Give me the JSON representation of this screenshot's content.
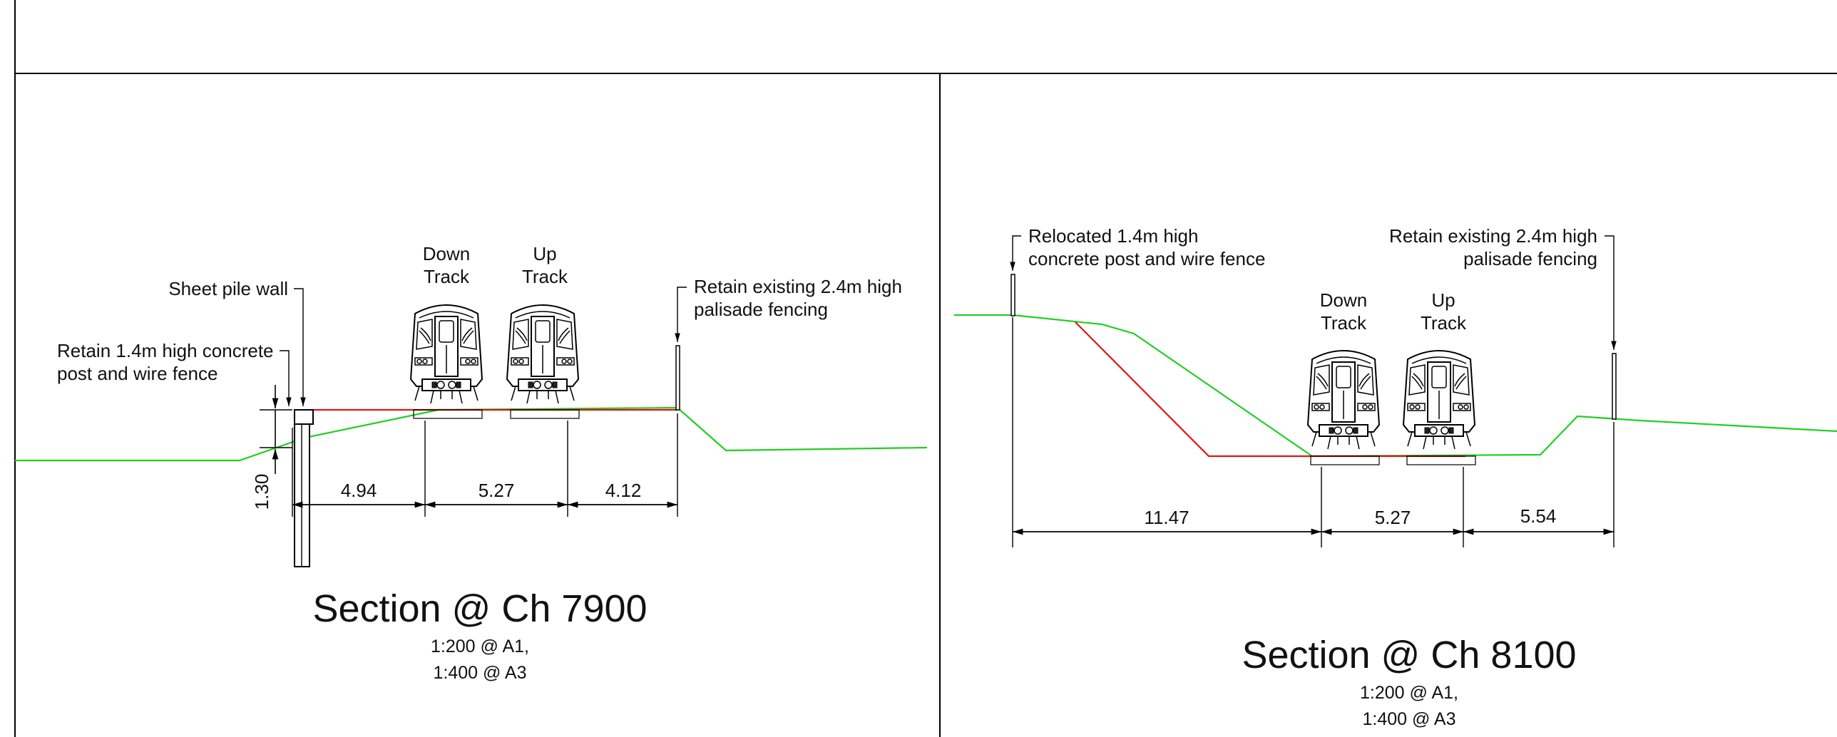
{
  "sections": [
    {
      "title": "Section @ Ch 7900",
      "scale_a1": "1:200 @ A1,",
      "scale_a3": "1:400 @ A3",
      "tracks": [
        {
          "line1": "Down",
          "line2": "Track"
        },
        {
          "line1": "Up",
          "line2": "Track"
        }
      ],
      "notes": {
        "sheet_pile": "Sheet pile wall",
        "fence_left_1": "Retain 1.4m high concrete",
        "fence_left_2": "post and wire fence",
        "fence_right_1": "Retain existing 2.4m high",
        "fence_right_2": "palisade fencing"
      },
      "dimensions": [
        "4.94",
        "5.27",
        "4.12"
      ],
      "vertical_dimension": "1.30"
    },
    {
      "title": "Section @ Ch 8100",
      "scale_a1": "1:200 @ A1,",
      "scale_a3": "1:400 @ A3",
      "tracks": [
        {
          "line1": "Down",
          "line2": "Track"
        },
        {
          "line1": "Up",
          "line2": "Track"
        }
      ],
      "notes": {
        "fence_left_1": "Relocated 1.4m high",
        "fence_left_2": "concrete post and wire fence",
        "fence_right_1": "Retain existing 2.4m high",
        "fence_right_2": "palisade fencing"
      },
      "dimensions": [
        "11.47",
        "5.27",
        "5.54"
      ]
    }
  ],
  "colors": {
    "existing_ground": "#20d020",
    "proposed_formation": "#e01515",
    "linework": "#000000"
  }
}
